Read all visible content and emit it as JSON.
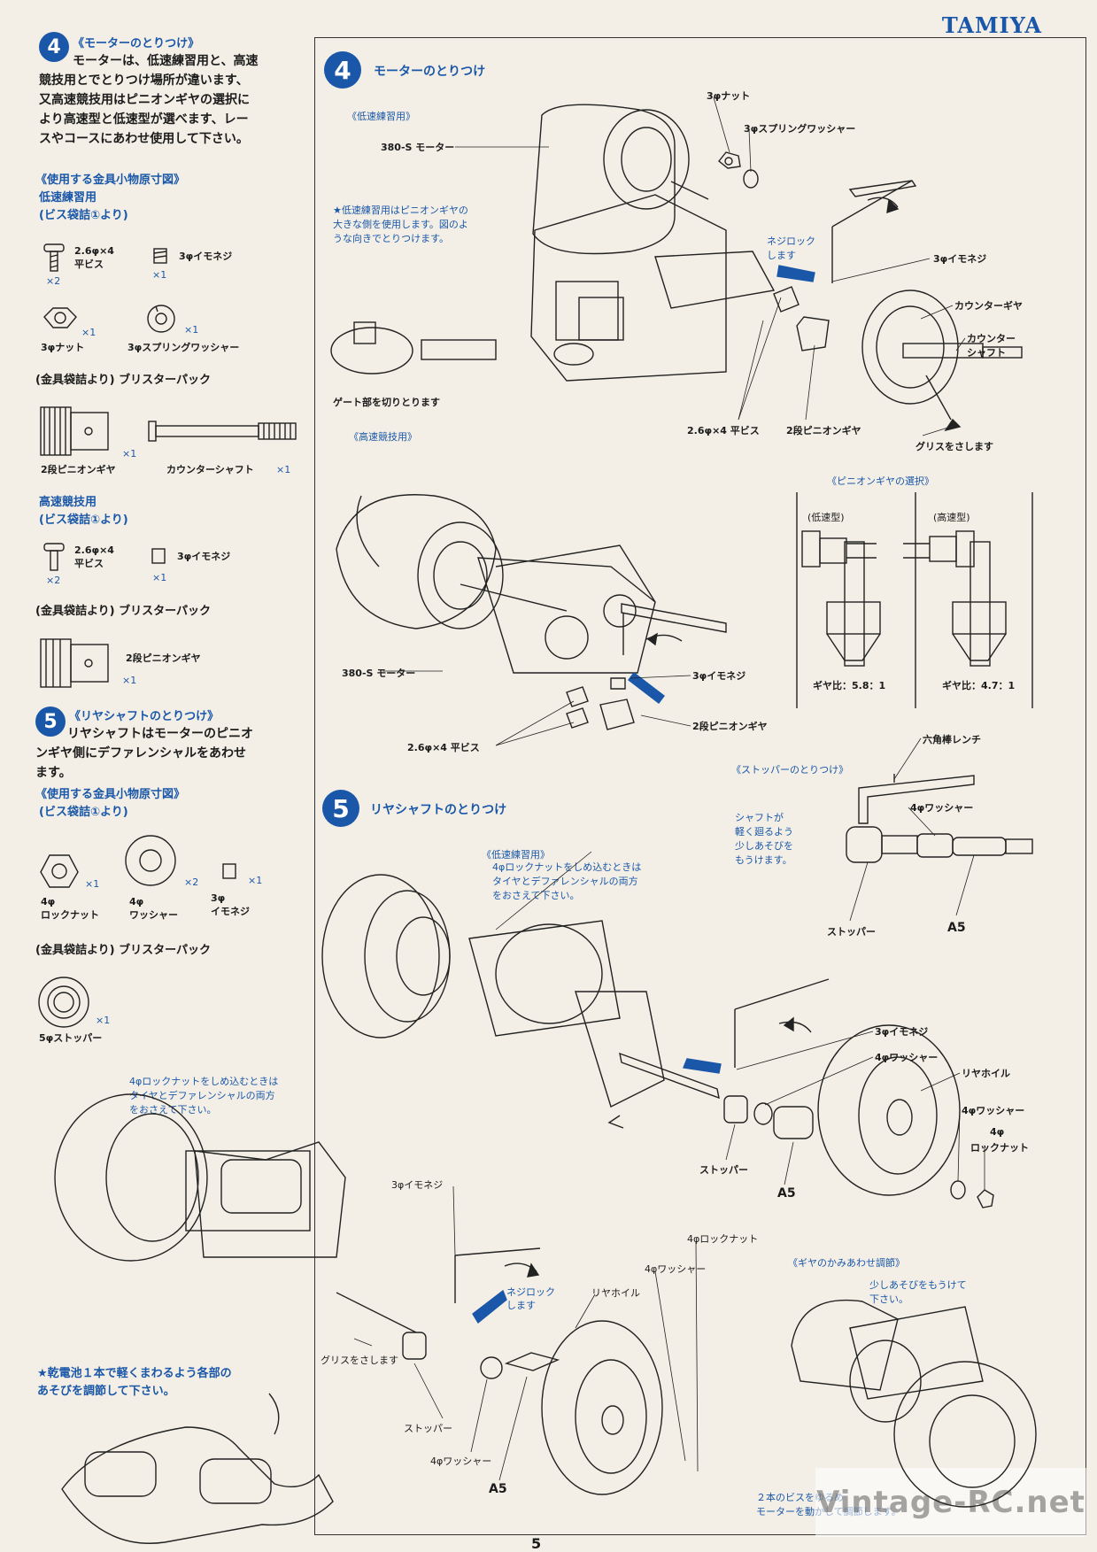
{
  "brand": "TAMIYA",
  "page_number": "5",
  "watermark": "Vintage-RC.net",
  "left": {
    "s4_num": "4",
    "s4_title": "《モーターのとりつけ》",
    "s4_body": [
      "モーターは、低速練習用と、高速",
      "競技用とでとりつけ場所が違います、",
      "又高速競技用はピニオンギヤの選択に",
      "より高速型と低速型が選べます、レー",
      "スやコースにあわせ使用して下さい。"
    ],
    "parts_heading": "《使用する金具小物原寸図》",
    "low_label": "低速練習用",
    "bag1": "(ビス袋詰①より)",
    "screw": [
      "2.6φ×4",
      "平ビス"
    ],
    "x2": "×2",
    "x1": "×1",
    "setscrew3": "3φイモネジ",
    "nut3": "3φナット",
    "spring3": "3φスプリングワッシャー",
    "blister": "(金具袋詰より) ブリスターパック",
    "pinion2": "2段ピニオンギヤ",
    "countershaft": "カウンターシャフト",
    "high_label": "高速競技用",
    "s5_num": "5",
    "s5_title": "《リヤシャフトのとりつけ》",
    "s5_body": [
      "リヤシャフトはモーターのピニオ",
      "ンギヤ側にデファレンシャルをあわせ",
      "ます。"
    ],
    "locknut": [
      "4φ",
      "ロックナット"
    ],
    "washer": [
      "4φ",
      "ワッシャー"
    ],
    "setscrew_split": [
      "3φ",
      "イモネジ"
    ],
    "stopper5": "5φストッパー",
    "note_locknut": [
      "4φロックナットをしめ込むときは",
      "タイヤとデファレンシャルの両方",
      "をおさえて下さい。"
    ],
    "grease": "グリスをさします",
    "neji_lock": [
      "ネジロック",
      "します"
    ],
    "stopper": "ストッパー",
    "washer4": "4φワッシャー",
    "a5": "A5",
    "setscrew": "3φイモネジ",
    "locknut4": "4φロックナット",
    "rear_wheel": "リヤホイル",
    "battery_note": [
      "★乾電池１本で軽くまわるよう各部の",
      "あそびを調節して下さい。"
    ]
  },
  "right": {
    "s4_num": "4",
    "s4_title": "モーターのとりつけ",
    "low_label": "《低速練習用》",
    "motor": "380-S モーター",
    "low_note": [
      "★低速練習用はピニオンギヤの",
      "大きな側を使用します。図のよ",
      "うな向きでとりつけます。"
    ],
    "nut3": "3φナット",
    "spring3": "3φスプリングワッシャー",
    "neji_lock": [
      "ネジロック",
      "します"
    ],
    "setscrew": "3φイモネジ",
    "counter_gear": "カウンターギヤ",
    "counter_shaft": [
      "カウンター",
      "シャフト"
    ],
    "gate": "ゲート部を切りとります",
    "screw": "2.6φ×4 平ビス",
    "pinion2": "2段ピニオンギヤ",
    "grease": "グリスをさします",
    "high_label": "《高速競技用》",
    "pinion_select": "《ピニオンギヤの選択》",
    "low_type": "(低速型)",
    "high_type": "(高速型)",
    "ratio_low": "ギヤ比：5.8：1",
    "ratio_high": "ギヤ比：4.7：1",
    "hex_wrench": "六角棒レンチ",
    "stopper_mount": "《ストッパーのとりつけ》",
    "shaft_note": [
      "シャフトが",
      "軽く廻るよう",
      "少しあそびを",
      "もうけます。"
    ],
    "washer4": "4φワッシャー",
    "stopper": "ストッパー",
    "a5": "A5",
    "s5_num": "5",
    "s5_title": "リヤシャフトのとりつけ",
    "s5_low": "《低速練習用》",
    "s5_note": [
      "4φロックナットをしめ込むときは",
      "タイヤとデファレンシャルの両方",
      "をおさえて下さい。"
    ],
    "rear_wheel": "リヤホイル",
    "locknut": [
      "4φ",
      "ロックナット"
    ],
    "mesh_adjust": "《ギヤのかみあわせ調節》",
    "mesh_note": [
      "少しあそびをもうけて",
      "下さい。"
    ],
    "bottom_note": [
      "２本のビスをゆるめ",
      "モーターを動かして調節します。"
    ]
  }
}
